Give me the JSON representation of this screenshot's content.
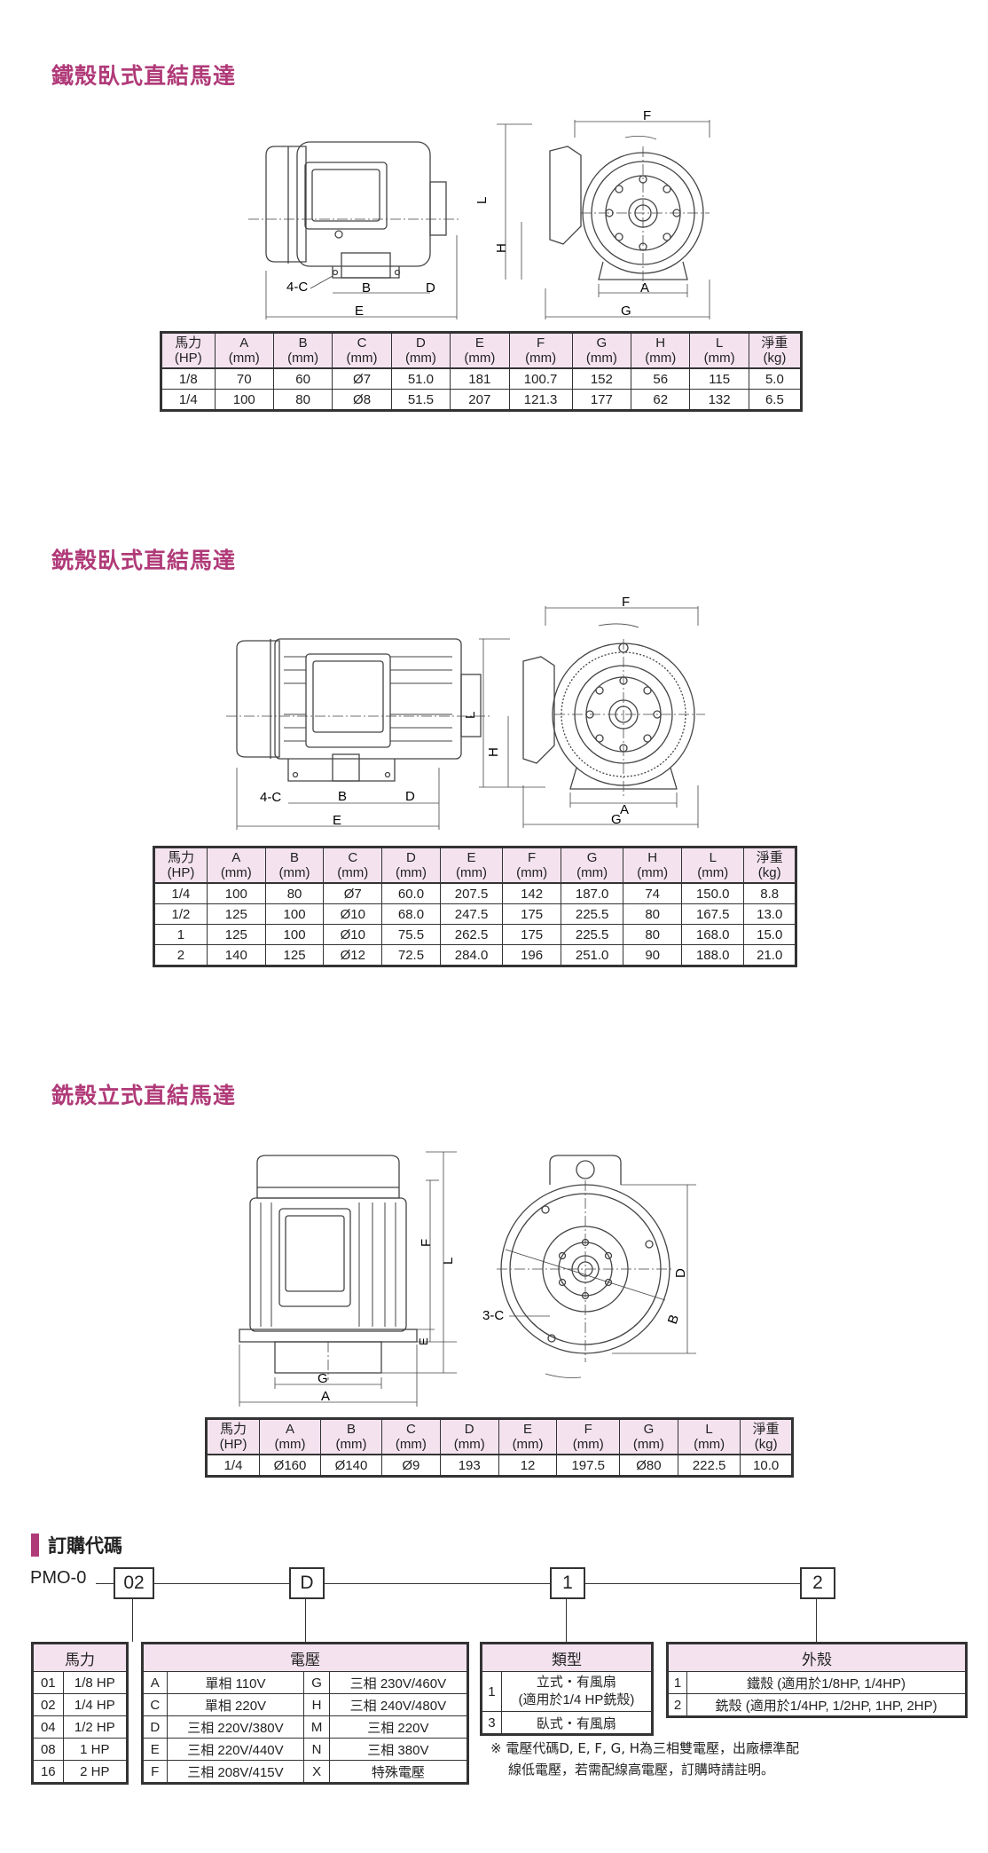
{
  "sections": [
    {
      "title": "鐵殼臥式直結馬達",
      "drawing": {
        "labels": [
          "F",
          "L",
          "H",
          "4-C",
          "B",
          "D",
          "E",
          "A",
          "G"
        ]
      },
      "table": {
        "headers": [
          {
            "top": "馬力",
            "bot": "(HP)"
          },
          {
            "top": "A",
            "bot": "(mm)"
          },
          {
            "top": "B",
            "bot": "(mm)"
          },
          {
            "top": "C",
            "bot": "(mm)"
          },
          {
            "top": "D",
            "bot": "(mm)"
          },
          {
            "top": "E",
            "bot": "(mm)"
          },
          {
            "top": "F",
            "bot": "(mm)"
          },
          {
            "top": "G",
            "bot": "(mm)"
          },
          {
            "top": "H",
            "bot": "(mm)"
          },
          {
            "top": "L",
            "bot": "(mm)"
          },
          {
            "top": "淨重",
            "bot": "(kg)"
          }
        ],
        "rows": [
          [
            "1/8",
            "70",
            "60",
            "Ø7",
            "51.0",
            "181",
            "100.7",
            "152",
            "56",
            "115",
            "5.0"
          ],
          [
            "1/4",
            "100",
            "80",
            "Ø8",
            "51.5",
            "207",
            "121.3",
            "177",
            "62",
            "132",
            "6.5"
          ]
        ]
      }
    },
    {
      "title": "銑殼臥式直結馬達",
      "drawing": {
        "labels": [
          "F",
          "L",
          "H",
          "4-C",
          "B",
          "D",
          "E",
          "A",
          "G"
        ]
      },
      "table": {
        "headers": [
          {
            "top": "馬力",
            "bot": "(HP)"
          },
          {
            "top": "A",
            "bot": "(mm)"
          },
          {
            "top": "B",
            "bot": "(mm)"
          },
          {
            "top": "C",
            "bot": "(mm)"
          },
          {
            "top": "D",
            "bot": "(mm)"
          },
          {
            "top": "E",
            "bot": "(mm)"
          },
          {
            "top": "F",
            "bot": "(mm)"
          },
          {
            "top": "G",
            "bot": "(mm)"
          },
          {
            "top": "H",
            "bot": "(mm)"
          },
          {
            "top": "L",
            "bot": "(mm)"
          },
          {
            "top": "淨重",
            "bot": "(kg)"
          }
        ],
        "rows": [
          [
            "1/4",
            "100",
            "80",
            "Ø7",
            "60.0",
            "207.5",
            "142",
            "187.0",
            "74",
            "150.0",
            "8.8"
          ],
          [
            "1/2",
            "125",
            "100",
            "Ø10",
            "68.0",
            "247.5",
            "175",
            "225.5",
            "80",
            "167.5",
            "13.0"
          ],
          [
            "1",
            "125",
            "100",
            "Ø10",
            "75.5",
            "262.5",
            "175",
            "225.5",
            "80",
            "168.0",
            "15.0"
          ],
          [
            "2",
            "140",
            "125",
            "Ø12",
            "72.5",
            "284.0",
            "196",
            "251.0",
            "90",
            "188.0",
            "21.0"
          ]
        ]
      }
    },
    {
      "title": "銑殼立式直結馬達",
      "drawing": {
        "labels": [
          "F",
          "L",
          "E",
          "G",
          "A",
          "3-C",
          "B",
          "D"
        ]
      },
      "table": {
        "headers": [
          {
            "top": "馬力",
            "bot": "(HP)"
          },
          {
            "top": "A",
            "bot": "(mm)"
          },
          {
            "top": "B",
            "bot": "(mm)"
          },
          {
            "top": "C",
            "bot": "(mm)"
          },
          {
            "top": "D",
            "bot": "(mm)"
          },
          {
            "top": "E",
            "bot": "(mm)"
          },
          {
            "top": "F",
            "bot": "(mm)"
          },
          {
            "top": "G",
            "bot": "(mm)"
          },
          {
            "top": "L",
            "bot": "(mm)"
          },
          {
            "top": "淨重",
            "bot": "(kg)"
          }
        ],
        "rows": [
          [
            "1/4",
            "Ø160",
            "Ø140",
            "Ø9",
            "193",
            "12",
            "197.5",
            "Ø80",
            "222.5",
            "10.0"
          ]
        ]
      }
    }
  ],
  "order": {
    "title": "訂購代碼",
    "prefix": "PMO-0",
    "codes": [
      "02",
      "D",
      "1",
      "2"
    ],
    "hp_table": {
      "title": "馬力",
      "rows": [
        [
          "01",
          "1/8 HP"
        ],
        [
          "02",
          "1/4 HP"
        ],
        [
          "04",
          "1/2 HP"
        ],
        [
          "08",
          "1 HP"
        ],
        [
          "16",
          "2 HP"
        ]
      ]
    },
    "voltage_table": {
      "title": "電壓",
      "rows": [
        [
          "A",
          "單相 110V",
          "G",
          "三相 230V/460V"
        ],
        [
          "C",
          "單相 220V",
          "H",
          "三相 240V/480V"
        ],
        [
          "D",
          "三相 220V/380V",
          "M",
          "三相 220V"
        ],
        [
          "E",
          "三相 220V/440V",
          "N",
          "三相 380V"
        ],
        [
          "F",
          "三相 208V/415V",
          "X",
          "特殊電壓"
        ]
      ]
    },
    "type_table": {
      "title": "類型",
      "rows": [
        {
          "code": "1",
          "line1": "立式・有風扇",
          "line2": "(適用於1/4 HP銑殼)"
        },
        {
          "code": "3",
          "line1": "臥式・有風扇",
          "line2": ""
        }
      ]
    },
    "housing_table": {
      "title": "外殼",
      "rows": [
        [
          "1",
          "鐵殼 (適用於1/8HP, 1/4HP)"
        ],
        [
          "2",
          "銑殼 (適用於1/4HP, 1/2HP, 1HP, 2HP)"
        ]
      ]
    },
    "note_line1": "※ 電壓代碼D, E, F, G, H為三相雙電壓，出廠標準配",
    "note_line2": "線低電壓，若需配線高電壓，訂購時請註明。"
  }
}
